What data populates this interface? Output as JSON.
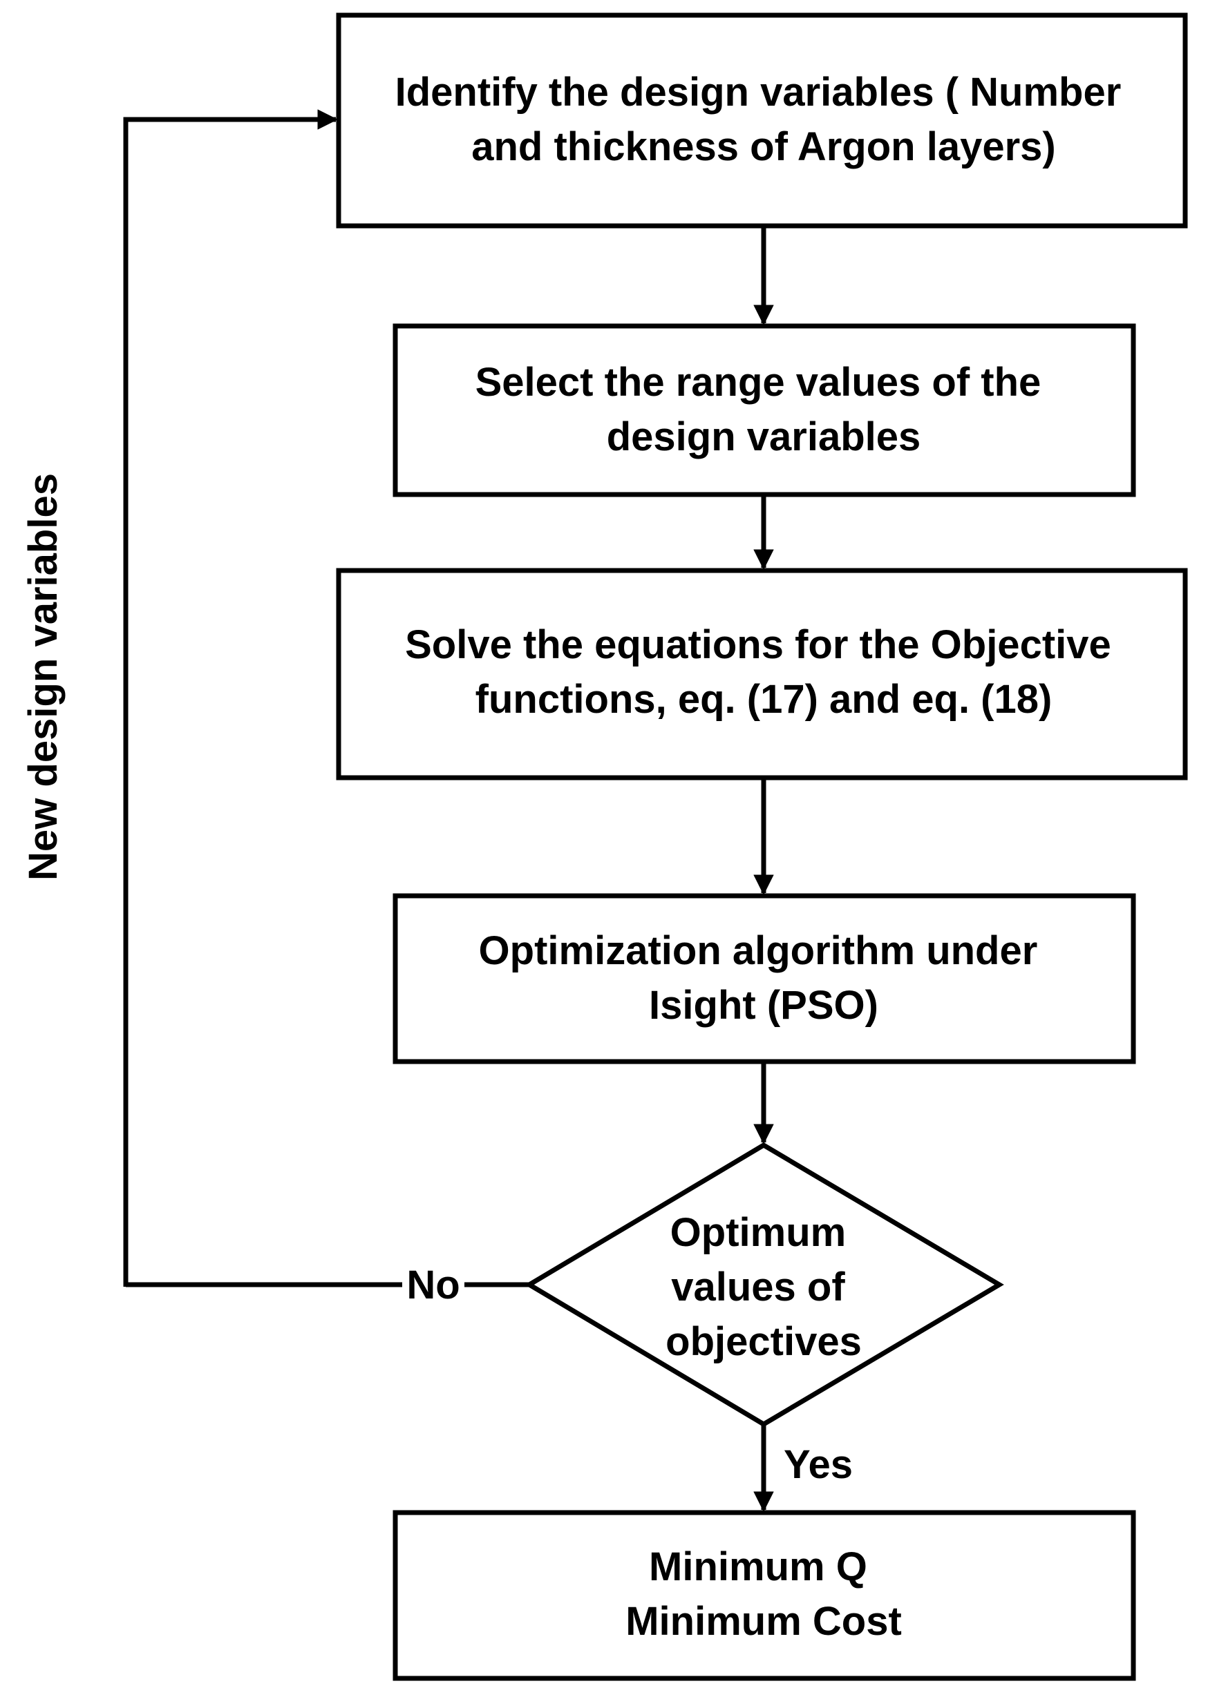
{
  "diagram": {
    "type": "flowchart",
    "nodes": [
      {
        "id": "step1",
        "shape": "rect",
        "lines": [
          "Identify the design variables ( Number",
          "and thickness of Argon layers)"
        ]
      },
      {
        "id": "step2",
        "shape": "rect",
        "lines": [
          "Select the range values of the",
          "design variables"
        ]
      },
      {
        "id": "step3",
        "shape": "rect",
        "lines": [
          "Solve the equations for the Objective",
          "functions, eq. (17) and eq. (18)"
        ]
      },
      {
        "id": "step4",
        "shape": "rect",
        "lines": [
          "Optimization algorithm under",
          "Isight (PSO)"
        ]
      },
      {
        "id": "decision",
        "shape": "diamond",
        "lines": [
          "Optimum",
          "values of",
          "objectives"
        ]
      },
      {
        "id": "result",
        "shape": "rect",
        "lines": [
          "Minimum Q",
          "Minimum Cost"
        ]
      }
    ],
    "edges": [
      {
        "from": "step1",
        "to": "step2",
        "label": ""
      },
      {
        "from": "step2",
        "to": "step3",
        "label": ""
      },
      {
        "from": "step3",
        "to": "step4",
        "label": ""
      },
      {
        "from": "step4",
        "to": "decision",
        "label": ""
      },
      {
        "from": "decision",
        "to": "result",
        "label": "Yes"
      },
      {
        "from": "decision",
        "to": "step1",
        "label": "No"
      }
    ],
    "loop_label": "New design variables",
    "line_color": "#000000",
    "background": "#ffffff"
  }
}
